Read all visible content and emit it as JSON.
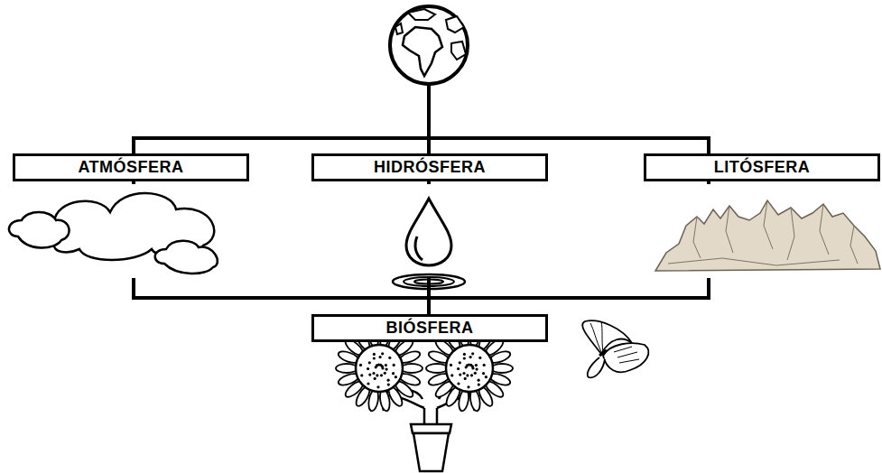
{
  "diagram": {
    "nodes": [
      {
        "text": [
          "ATMÓSFERA"
        ]
      },
      {
        "text": [
          "HIDRÓSFERA"
        ]
      },
      {
        "text": [
          "LITÓSFERA"
        ]
      },
      {
        "text": [
          "BIÓSFERA"
        ]
      }
    ],
    "edges": [
      {
        "from": 0,
        "to": 3,
        "arrow": "none"
      },
      {
        "from": 1,
        "to": 3,
        "arrow": "none"
      },
      {
        "from": 2,
        "to": 3,
        "arrow": "none"
      }
    ]
  }
}
